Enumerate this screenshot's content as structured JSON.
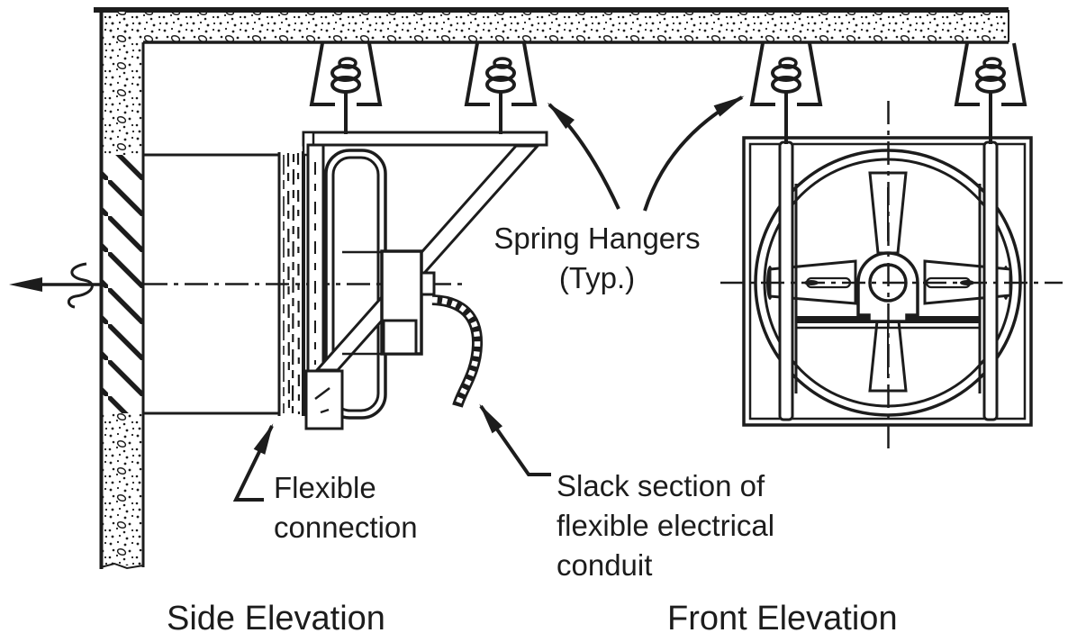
{
  "figure": {
    "type": "technical-drawing",
    "subject": "Ceiling-hung propeller exhaust fan mounted on spring hangers with flexible duct connection",
    "colors": {
      "ink": "#1c1c1c",
      "paper": "#ffffff"
    },
    "labels": {
      "spring_hangers": [
        "Spring Hangers",
        "(Typ.)"
      ],
      "flexible_connection": [
        "Flexible",
        "connection"
      ],
      "slack_conduit": [
        "Slack section of",
        "flexible electrical",
        "conduit"
      ]
    },
    "captions": {
      "side": "Side Elevation",
      "front": "Front Elevation"
    },
    "symbols": [
      {
        "name": "spring-hanger-icon",
        "count": 4,
        "meaning": "vibration-isolating spring hanger"
      },
      {
        "name": "concrete-stipple",
        "meaning": "concrete slab/wall section"
      },
      {
        "name": "diagonal-hatch",
        "meaning": "masonry wall section"
      },
      {
        "name": "centerline",
        "meaning": "dash-dot fan axis centerlines"
      },
      {
        "name": "airflow-arrow",
        "meaning": "exhaust air direction through wall"
      }
    ]
  }
}
